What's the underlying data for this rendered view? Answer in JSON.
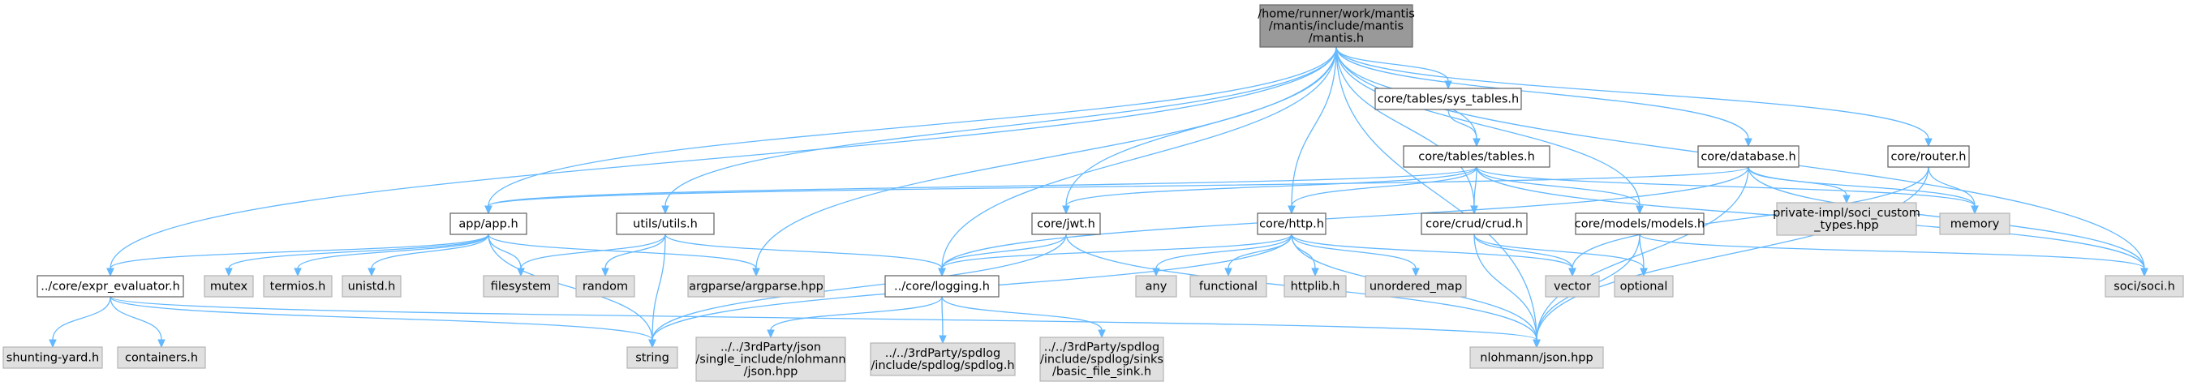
{
  "graph": {
    "nodes": [
      {
        "id": "root",
        "kind": "root",
        "lines": [
          "/home/runner/work/mantis",
          "/mantis/include/mantis",
          "/mantis.h"
        ]
      },
      {
        "id": "sys_tables",
        "kind": "plain",
        "lines": [
          "core/tables/sys_tables.h"
        ]
      },
      {
        "id": "tables",
        "kind": "plain",
        "lines": [
          "core/tables/tables.h"
        ]
      },
      {
        "id": "database",
        "kind": "plain",
        "lines": [
          "core/database.h"
        ]
      },
      {
        "id": "router",
        "kind": "plain",
        "lines": [
          "core/router.h"
        ]
      },
      {
        "id": "app",
        "kind": "plain",
        "lines": [
          "app/app.h"
        ]
      },
      {
        "id": "utils",
        "kind": "plain",
        "lines": [
          "utils/utils.h"
        ]
      },
      {
        "id": "jwt",
        "kind": "plain",
        "lines": [
          "core/jwt.h"
        ]
      },
      {
        "id": "http",
        "kind": "plain",
        "lines": [
          "core/http.h"
        ]
      },
      {
        "id": "crud",
        "kind": "plain",
        "lines": [
          "core/crud/crud.h"
        ]
      },
      {
        "id": "models",
        "kind": "plain",
        "lines": [
          "core/models/models.h"
        ]
      },
      {
        "id": "soci_custom",
        "kind": "ext",
        "lines": [
          "private-impl/soci_custom",
          "_types.hpp"
        ]
      },
      {
        "id": "memory",
        "kind": "ext",
        "lines": [
          "memory"
        ]
      },
      {
        "id": "expr",
        "kind": "plain",
        "lines": [
          "../core/expr_evaluator.h"
        ]
      },
      {
        "id": "mutex",
        "kind": "ext",
        "lines": [
          "mutex"
        ]
      },
      {
        "id": "termios",
        "kind": "ext",
        "lines": [
          "termios.h"
        ]
      },
      {
        "id": "unistd",
        "kind": "ext",
        "lines": [
          "unistd.h"
        ]
      },
      {
        "id": "filesystem",
        "kind": "ext",
        "lines": [
          "filesystem"
        ]
      },
      {
        "id": "random",
        "kind": "ext",
        "lines": [
          "random"
        ]
      },
      {
        "id": "argparse",
        "kind": "ext",
        "lines": [
          "argparse/argparse.hpp"
        ]
      },
      {
        "id": "logging",
        "kind": "plain",
        "lines": [
          "../core/logging.h"
        ]
      },
      {
        "id": "any",
        "kind": "ext",
        "lines": [
          "any"
        ]
      },
      {
        "id": "functional",
        "kind": "ext",
        "lines": [
          "functional"
        ]
      },
      {
        "id": "httplib",
        "kind": "ext",
        "lines": [
          "httplib.h"
        ]
      },
      {
        "id": "unordered_map",
        "kind": "ext",
        "lines": [
          "unordered_map"
        ]
      },
      {
        "id": "vector",
        "kind": "ext",
        "lines": [
          "vector"
        ]
      },
      {
        "id": "optional",
        "kind": "ext",
        "lines": [
          "optional"
        ]
      },
      {
        "id": "soci",
        "kind": "ext",
        "lines": [
          "soci/soci.h"
        ]
      },
      {
        "id": "shunting",
        "kind": "ext",
        "lines": [
          "shunting-yard.h"
        ]
      },
      {
        "id": "containers",
        "kind": "ext",
        "lines": [
          "containers.h"
        ]
      },
      {
        "id": "string",
        "kind": "ext",
        "lines": [
          "string"
        ]
      },
      {
        "id": "json_single",
        "kind": "ext",
        "lines": [
          "../../3rdParty/json",
          "/single_include/nlohmann",
          "/json.hpp"
        ]
      },
      {
        "id": "spdlog",
        "kind": "ext",
        "lines": [
          "../../3rdParty/spdlog",
          "/include/spdlog/spdlog.h"
        ]
      },
      {
        "id": "sink",
        "kind": "ext",
        "lines": [
          "../../3rdParty/spdlog",
          "/include/spdlog/sinks",
          "/basic_file_sink.h"
        ]
      },
      {
        "id": "json",
        "kind": "ext",
        "lines": [
          "nlohmann/json.hpp"
        ]
      }
    ],
    "edges": [
      [
        "root",
        "sys_tables"
      ],
      [
        "root",
        "tables"
      ],
      [
        "root",
        "database"
      ],
      [
        "root",
        "router"
      ],
      [
        "root",
        "app"
      ],
      [
        "root",
        "utils"
      ],
      [
        "root",
        "jwt"
      ],
      [
        "root",
        "http"
      ],
      [
        "root",
        "crud"
      ],
      [
        "root",
        "models"
      ],
      [
        "root",
        "expr"
      ],
      [
        "root",
        "argparse"
      ],
      [
        "root",
        "logging"
      ],
      [
        "root",
        "json"
      ],
      [
        "root",
        "soci"
      ],
      [
        "sys_tables",
        "tables"
      ],
      [
        "tables",
        "app"
      ],
      [
        "tables",
        "jwt"
      ],
      [
        "tables",
        "http"
      ],
      [
        "tables",
        "crud"
      ],
      [
        "tables",
        "models"
      ],
      [
        "tables",
        "memory"
      ],
      [
        "tables",
        "soci"
      ],
      [
        "database",
        "app"
      ],
      [
        "database",
        "soci_custom"
      ],
      [
        "database",
        "memory"
      ],
      [
        "database",
        "soci"
      ],
      [
        "database",
        "json"
      ],
      [
        "database",
        "logging"
      ],
      [
        "router",
        "memory"
      ],
      [
        "router",
        "json"
      ],
      [
        "router",
        "vector"
      ],
      [
        "app",
        "expr"
      ],
      [
        "app",
        "mutex"
      ],
      [
        "app",
        "termios"
      ],
      [
        "app",
        "unistd"
      ],
      [
        "app",
        "filesystem"
      ],
      [
        "app",
        "argparse"
      ],
      [
        "app",
        "string"
      ],
      [
        "utils",
        "filesystem"
      ],
      [
        "utils",
        "random"
      ],
      [
        "utils",
        "string"
      ],
      [
        "utils",
        "logging"
      ],
      [
        "jwt",
        "logging"
      ],
      [
        "jwt",
        "json"
      ],
      [
        "jwt",
        "string"
      ],
      [
        "http",
        "any"
      ],
      [
        "http",
        "functional"
      ],
      [
        "http",
        "httplib"
      ],
      [
        "http",
        "unordered_map"
      ],
      [
        "http",
        "vector"
      ],
      [
        "http",
        "json"
      ],
      [
        "http",
        "logging"
      ],
      [
        "http",
        "string"
      ],
      [
        "crud",
        "vector"
      ],
      [
        "crud",
        "optional"
      ],
      [
        "crud",
        "json"
      ],
      [
        "models",
        "optional"
      ],
      [
        "models",
        "json"
      ],
      [
        "models",
        "soci"
      ],
      [
        "expr",
        "shunting"
      ],
      [
        "expr",
        "containers"
      ],
      [
        "expr",
        "string"
      ],
      [
        "expr",
        "json"
      ],
      [
        "logging",
        "json_single"
      ],
      [
        "logging",
        "spdlog"
      ],
      [
        "logging",
        "sink"
      ]
    ]
  }
}
